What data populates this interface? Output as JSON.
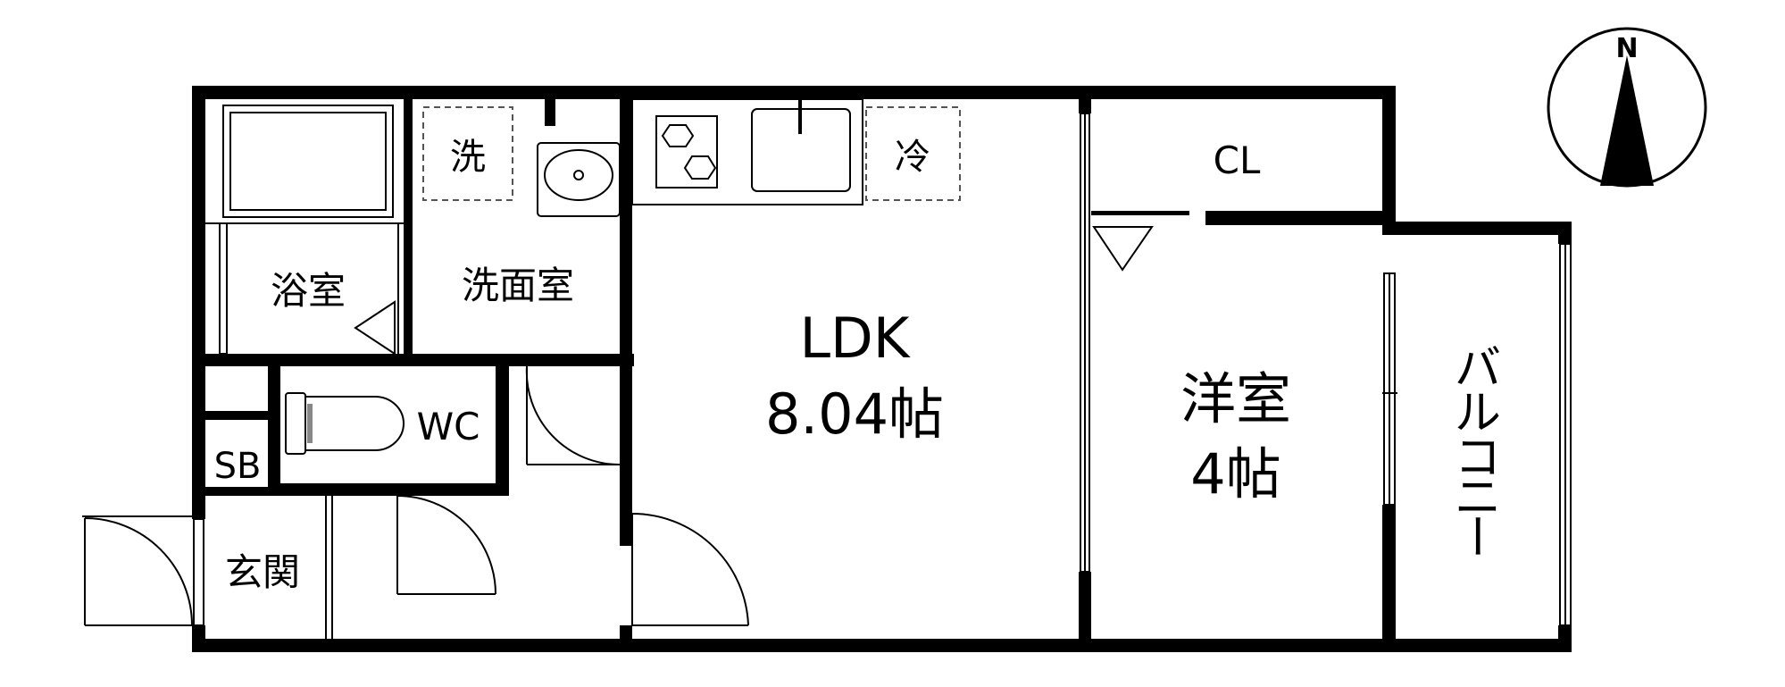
{
  "rooms": {
    "ldk_name": "LDK",
    "ldk_size": "8.04帖",
    "western_name": "洋室",
    "western_size": "4帖",
    "closet": "CL",
    "bath": "浴室",
    "washroom": "洗面室",
    "washer": "洗",
    "fridge": "冷",
    "toilet": "WC",
    "shoe_box": "SB",
    "entrance": "玄関",
    "balcony_chars": [
      "バ",
      "ル",
      "コ",
      "ニ",
      "ー"
    ]
  },
  "compass": {
    "north_label": "N",
    "icon": "north-arrow-icon"
  },
  "colors": {
    "wall": "#000000",
    "background": "#ffffff",
    "fixture_gray": "#888888"
  }
}
